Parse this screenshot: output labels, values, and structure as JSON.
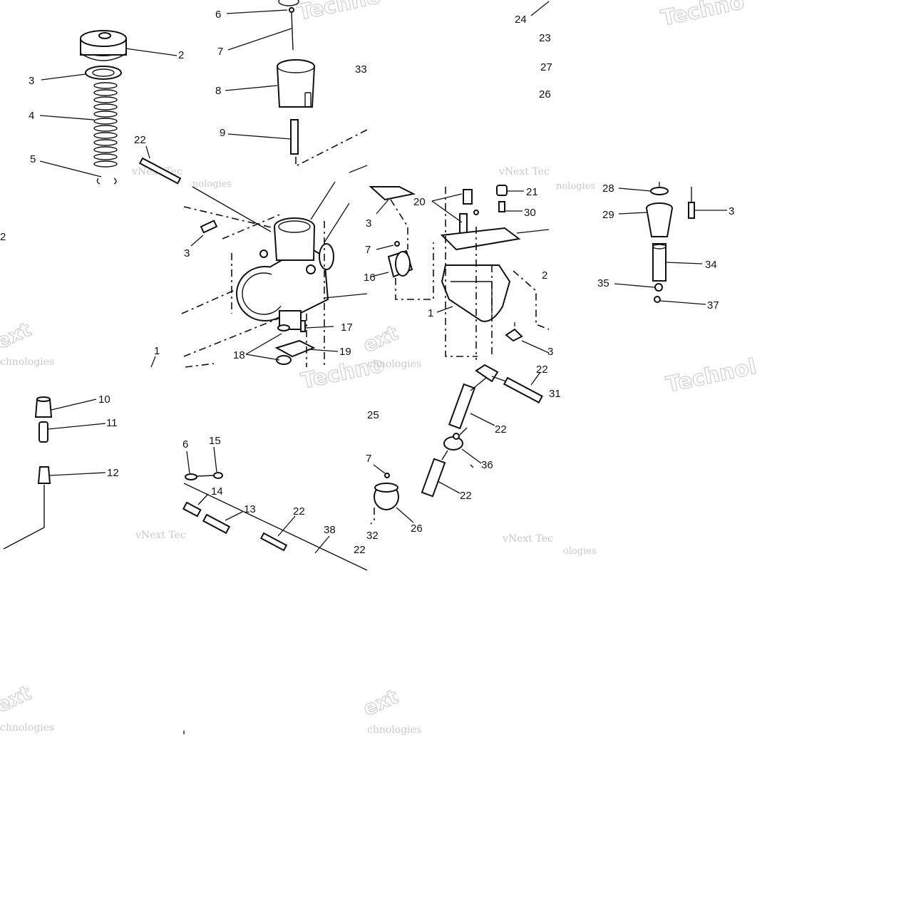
{
  "callouts": {
    "c2": "2",
    "c3": "3",
    "c4": "4",
    "c5": "5",
    "c6a": "6",
    "c7a": "7",
    "c8": "8",
    "c9": "9",
    "c33": "33",
    "c24": "24",
    "c23": "23",
    "c27": "27",
    "c26a": "26",
    "c22a": "22",
    "c2left": "2",
    "c3b": "3",
    "c18": "18",
    "c19": "19",
    "c17": "17",
    "c1left": "1",
    "c3c": "3",
    "c7b": "7",
    "c16": "16",
    "c20": "20",
    "c21": "21",
    "c30": "30",
    "c1b": "1",
    "c2b": "2",
    "c3d": "3",
    "c28": "28",
    "c29": "29",
    "c3e": "3",
    "c34": "34",
    "c35": "35",
    "c37": "37",
    "c10": "10",
    "c11": "11",
    "c12": "12",
    "c6b": "6",
    "c15": "15",
    "c14": "14",
    "c13": "13",
    "c22b": "22",
    "c38": "38",
    "c25": "25",
    "c7c": "7",
    "c26b": "26",
    "c32": "32",
    "c22c": "22",
    "c22d": "22",
    "c31": "31",
    "c36": "36",
    "c22e": "22",
    "c22f": "22"
  },
  "watermarks": {
    "brand": "vNext Technologies",
    "part_a": "vNext",
    "part_b": "Technologies",
    "part_c": "Techno",
    "part_d": "chnologies",
    "part_e": "Technol",
    "part_f": "nologies",
    "part_g": "vNext Tec",
    "part_h": "ext",
    "part_i": "ologies"
  }
}
